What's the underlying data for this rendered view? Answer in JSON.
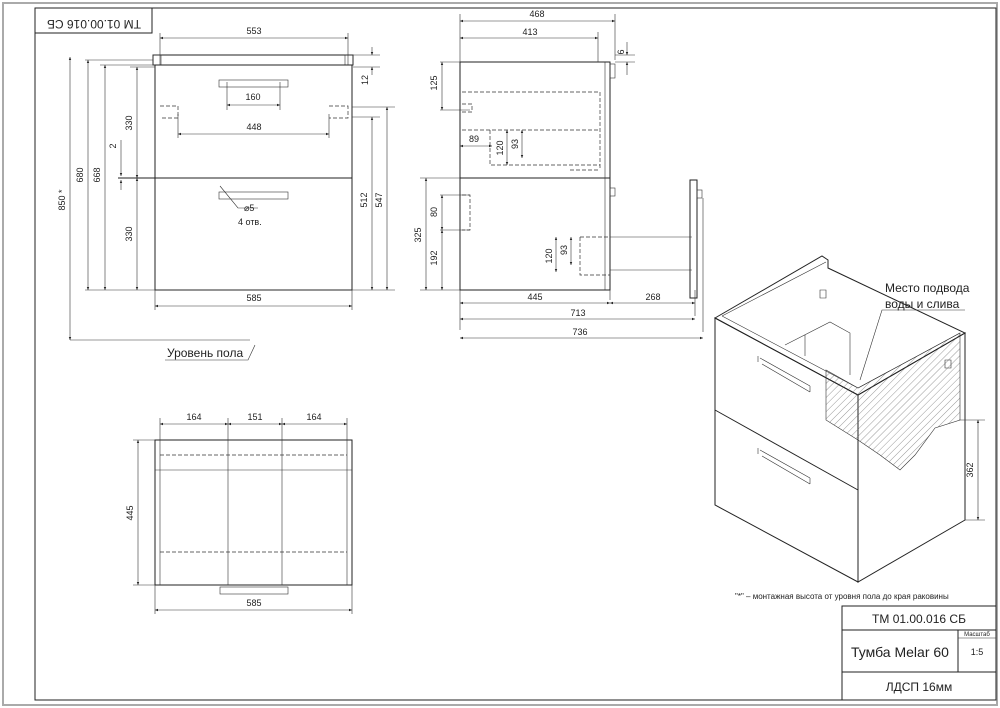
{
  "stamp_rotated": "ТМ 01.00.016 СБ",
  "front_view": {
    "dims": {
      "width_top": "553",
      "top_thickness": "12",
      "handle_spacing": "160",
      "hanger_spacing": "448",
      "drawer_top": "330",
      "drawer_bottom": "330",
      "gap": "2",
      "h680": "680",
      "h668": "668",
      "h850": "850 *",
      "h512": "512",
      "h547": "547",
      "width": "585"
    },
    "hole_note": "⌀5",
    "hole_count": "4 отв.",
    "floor_label": "Уровень пола"
  },
  "side_view": {
    "dims": {
      "d468": "468",
      "d413": "413",
      "d6": "6",
      "d125": "125",
      "d89": "89",
      "d120a": "120",
      "d93a": "93",
      "d80": "80",
      "d325": "325",
      "d192": "192",
      "d120b": "120",
      "d93b": "93",
      "d445": "445",
      "d268": "268",
      "d713": "713",
      "d736": "736"
    }
  },
  "top_view": {
    "dims": {
      "w164a": "164",
      "w151": "151",
      "w164b": "164",
      "depth": "445",
      "width": "585"
    }
  },
  "iso_view": {
    "label_line1": "Место подвода",
    "label_line2": "воды и слива",
    "dim_362": "362"
  },
  "note": "\"*\" – монтажная высота от уровня пола до края раковины",
  "title_block": {
    "code": "ТМ 01.00.016 СБ",
    "name": "Тумба Melar 60",
    "scale_label": "Масштаб",
    "scale": "1:5",
    "material": "ЛДСП 16мм"
  }
}
